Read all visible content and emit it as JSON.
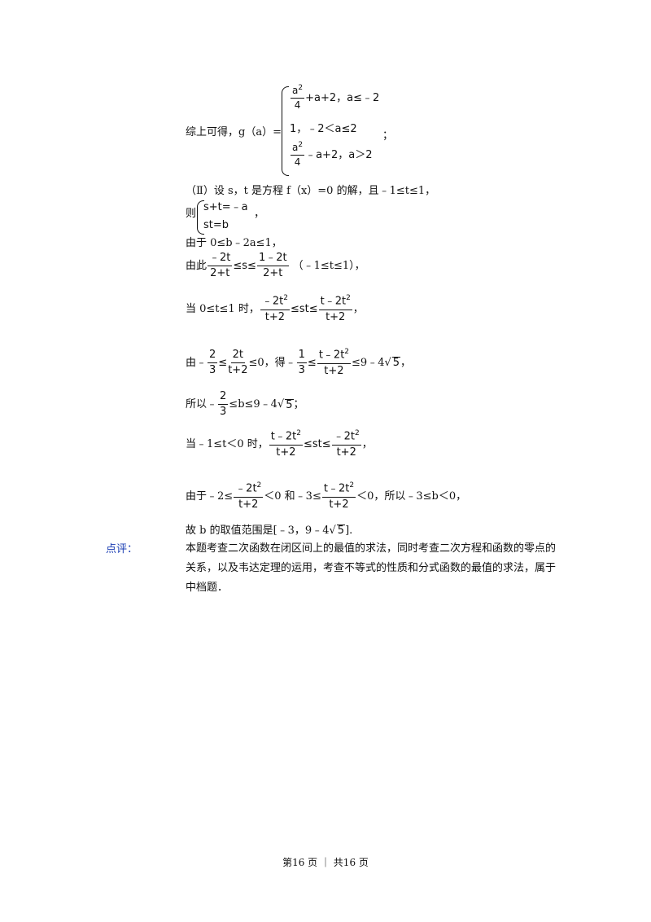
{
  "line1": {
    "prefix": "综上可得，g（a）=",
    "case1": {
      "num": "a",
      "exp": "2",
      "den": "4",
      "rest": "+a+2，a≤﹣2"
    },
    "case2": "1，﹣2＜a≤2",
    "case3": {
      "num": "a",
      "exp": "2",
      "den": "4",
      "rest": "﹣a+2，a＞2"
    },
    "suffix": "；"
  },
  "line2": "（Ⅱ）设 s，t 是方程 f（x）=0 的解，且﹣1≤t≤1，",
  "line3": {
    "prefix": "则",
    "sys1": "s+t=﹣a",
    "sys2": "st=b",
    "suffix": "，"
  },
  "line4": "由于 0≤b﹣2a≤1，",
  "line5": {
    "prefix": "由此",
    "f1num": "﹣2t",
    "f1den": "2+t",
    "mid": "≤s≤",
    "f2num": "1﹣2t",
    "f2den": "2+t",
    "suffix": "（﹣1≤t≤1），"
  },
  "line6": {
    "prefix": "当 0≤t≤1 时，",
    "f1num": "﹣2t",
    "f1exp": "2",
    "f1den": "t+2",
    "mid": "≤st≤",
    "f2num": "t﹣2t",
    "f2exp": "2",
    "f2den": "t+2",
    "suffix": "，"
  },
  "line7": {
    "prefix": "由﹣",
    "f1num": "2",
    "f1den": "3",
    "le1": "≤",
    "f2num": "2t",
    "f2den": "t+2",
    "mid": "≤0，得﹣",
    "f3num": "1",
    "f3den": "3",
    "le2": "≤",
    "f4num": "t﹣2t",
    "f4exp": "2",
    "f4den": "t+2",
    "tail": "≤9﹣4",
    "rad": "5",
    "suffix": "，"
  },
  "line8": {
    "prefix": "所以﹣",
    "fnum": "2",
    "fden": "3",
    "mid": "≤b≤9﹣4",
    "rad": "5",
    "suffix": "；"
  },
  "line9": {
    "prefix": "当﹣1≤t＜0 时，",
    "f1num": "t﹣2t",
    "f1exp": "2",
    "f1den": "t+2",
    "mid": "≤st≤",
    "f2num": "﹣2t",
    "f2exp": "2",
    "f2den": "t+2",
    "suffix": "，"
  },
  "line10": {
    "prefix": "由于﹣2≤",
    "f1num": "﹣2t",
    "f1exp": "2",
    "f1den": "t+2",
    "mid": "＜0 和﹣3≤",
    "f2num": "t﹣2t",
    "f2exp": "2",
    "f2den": "t+2",
    "suffix": "＜0，所以﹣3≤b＜0，"
  },
  "line11": {
    "prefix": "故 b 的取值范围是[﹣3，9﹣4",
    "rad": "5",
    "suffix": "]."
  },
  "comment": {
    "label": "点评：",
    "text": "本题考查二次函数在闭区间上的最值的求法，同时考查二次方程和函数的零点的关系，以及韦达定理的运用，考查不等式的性质和分式函数的最值的求法，属于中档题．"
  },
  "footer": "第16 页 ｜ 共16 页"
}
